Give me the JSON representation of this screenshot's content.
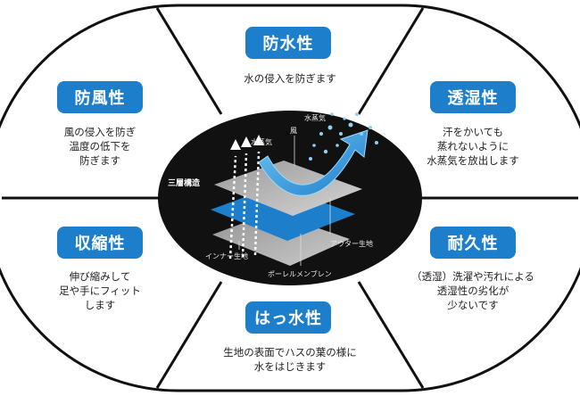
{
  "features": {
    "waterproof": {
      "title": "防水性",
      "desc": "水の侵入を防ぎます"
    },
    "breathable": {
      "title": "透湿性",
      "desc": "汗をかいても\n蒸れないように\n水蒸気を放出します"
    },
    "durable": {
      "title": "耐久性",
      "desc": "（透湿）洗濯や汚れによる\n透湿性の劣化が\n少ないです"
    },
    "repellent": {
      "title": "はっ水性",
      "desc": "生地の表面でハスの葉の様に\n水をはじきます"
    },
    "stretch": {
      "title": "収縮性",
      "desc": "伸び縮みして\n足や手にフィット\nします"
    },
    "windproof": {
      "title": "防風性",
      "desc": "風の侵入を防ぎ\n温度の低下を\n防ぎます"
    }
  },
  "center": {
    "structure_label": "三層構造",
    "vapor_left": "水蒸気",
    "wind": "風",
    "vapor_right": "水蒸気",
    "outer": "アウター生地",
    "inner": "インナー生地",
    "membrane": "ポーレルメンブレン"
  },
  "colors": {
    "accent": "#1d7fcc",
    "outline": "#111111",
    "center_bg": "#111111"
  }
}
